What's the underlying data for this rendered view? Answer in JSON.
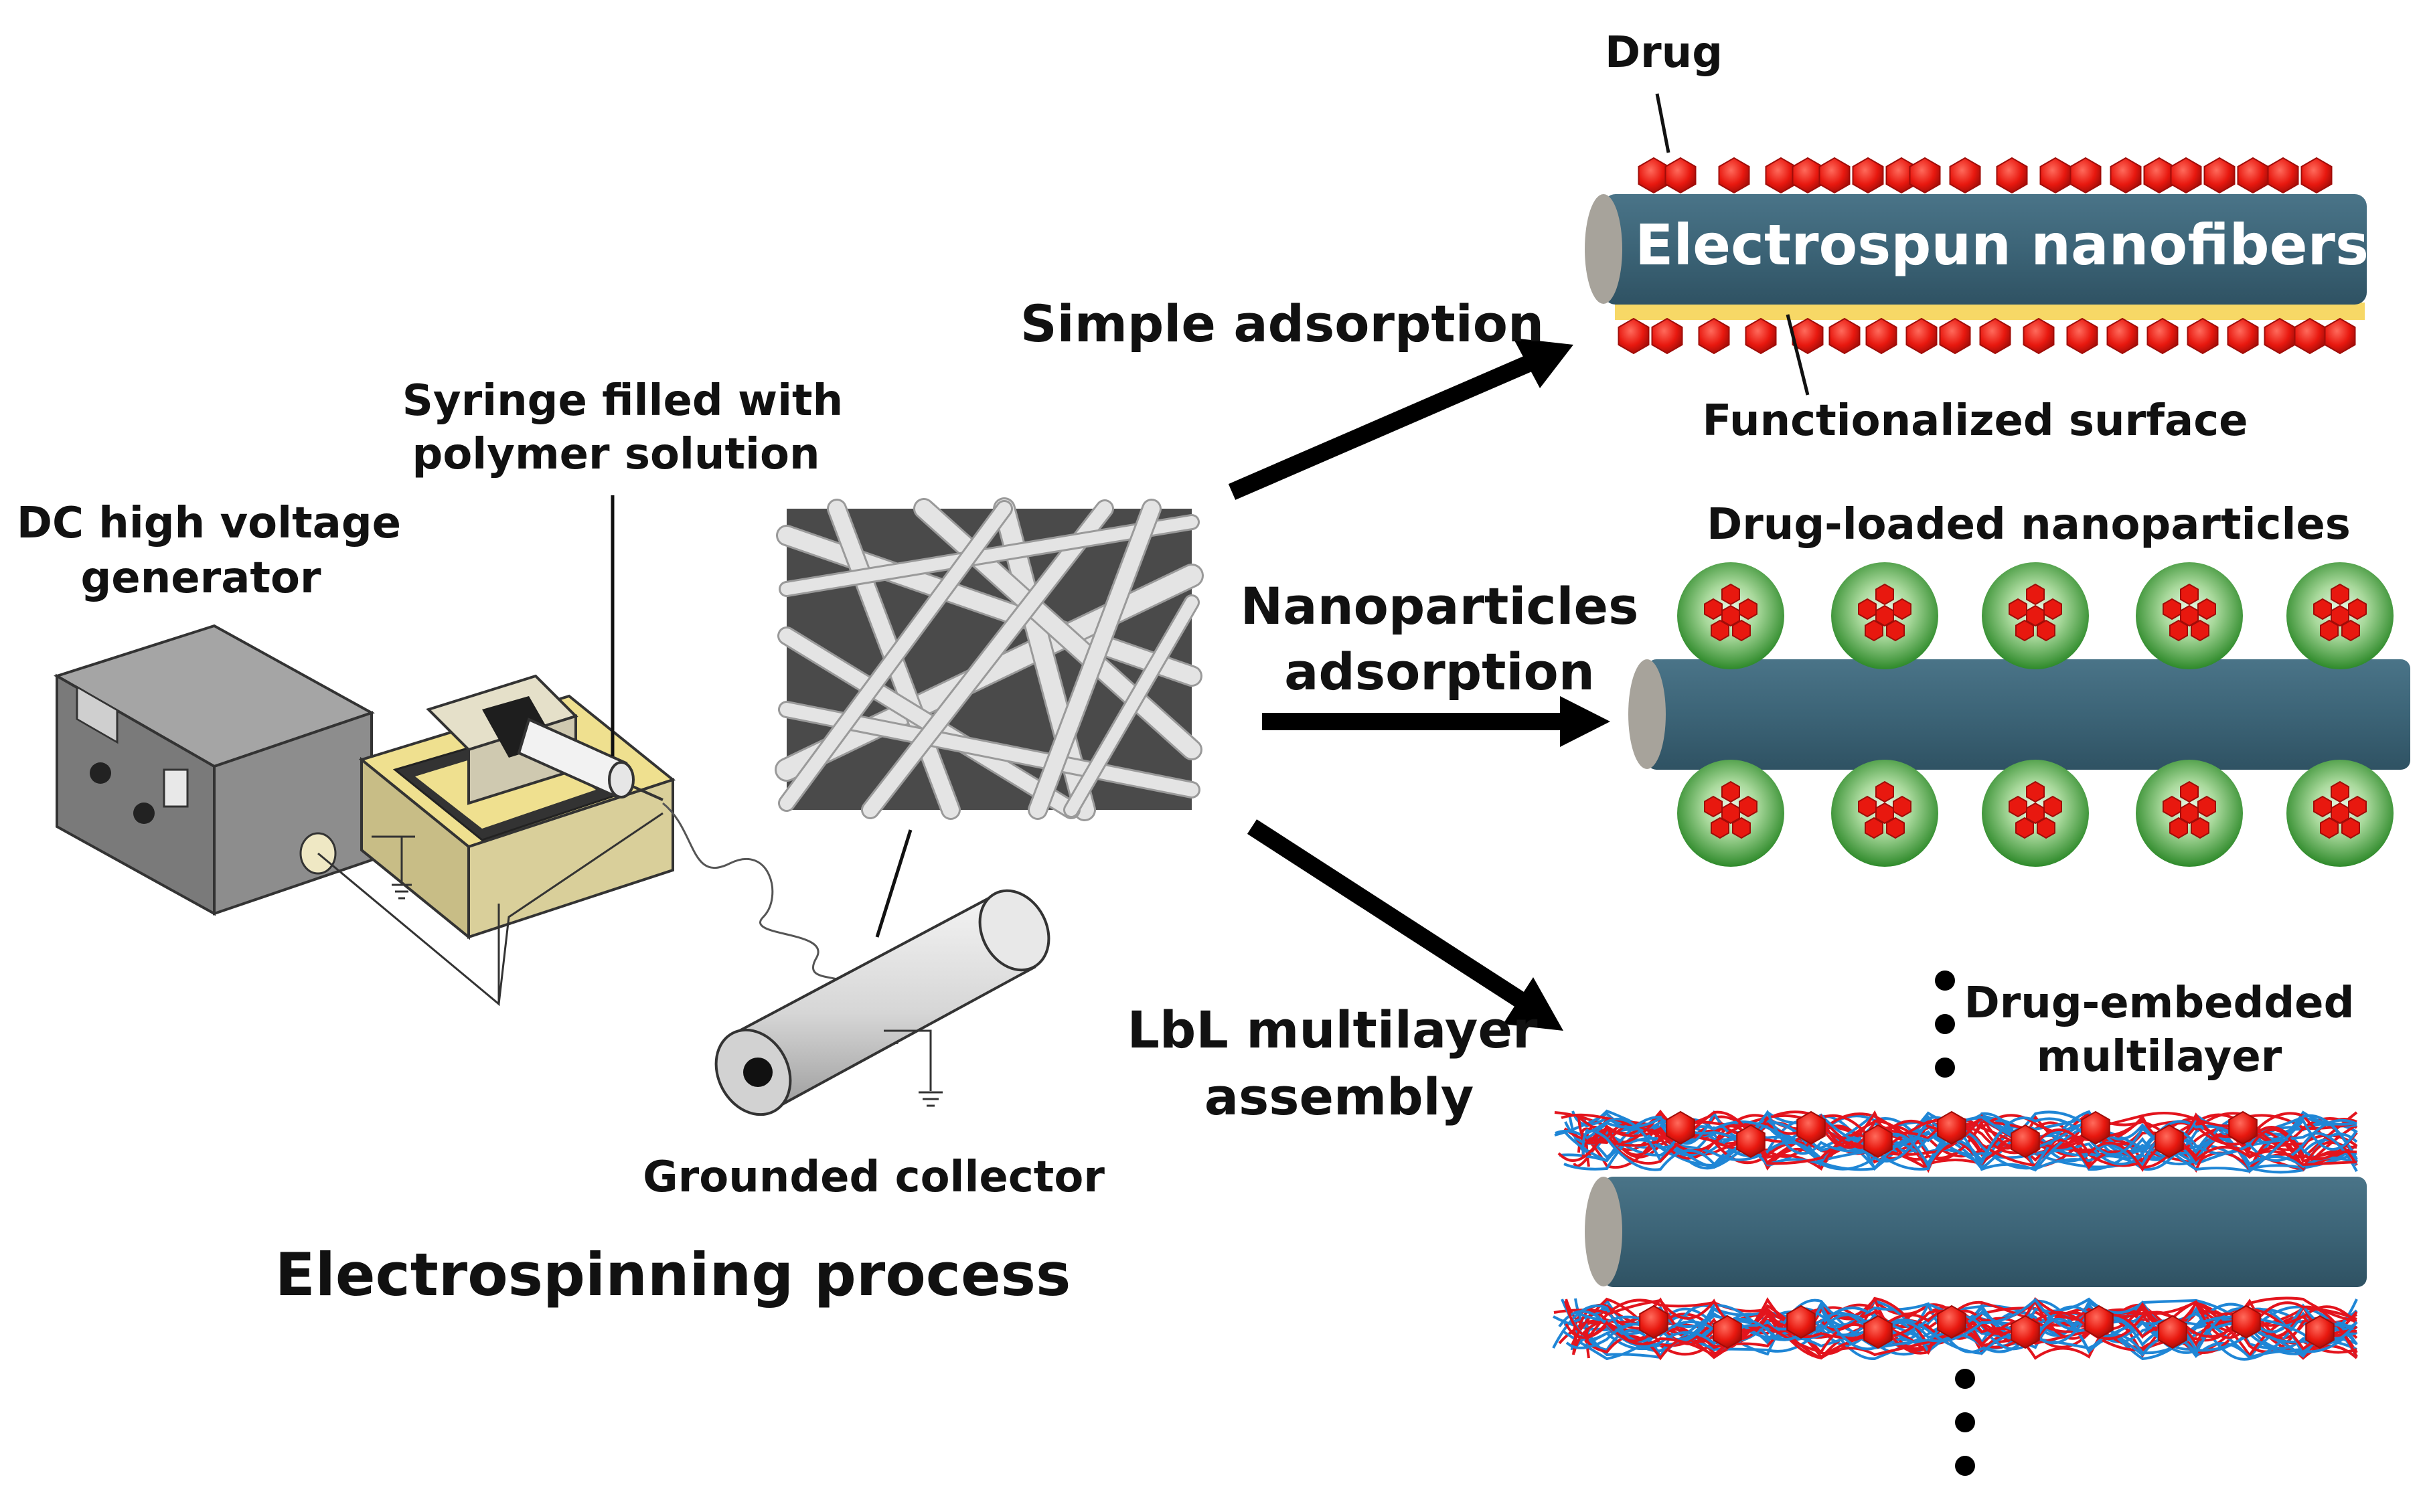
{
  "labels": {
    "dc_generator_line1": "DC high voltage",
    "dc_generator_line2": "generator",
    "syringe_line1": "Syringe filled with",
    "syringe_line2": "polymer solution",
    "grounded_collector": "Grounded collector",
    "process_title": "Electrospinning process",
    "simple_adsorption": "Simple adsorption",
    "nanoparticles_line1": "Nanoparticles",
    "nanoparticles_line2": "adsorption",
    "lbl_line1": "LbL multilayer",
    "lbl_line2": "assembly",
    "drug": "Drug",
    "electrospun_nanofibers": "Electrospun nanofibers",
    "functionalized_surface": "Functionalized surface",
    "drug_loaded_nanoparticles": "Drug-loaded nanoparticles",
    "drug_embedded_line1": "Drug-embedded",
    "drug_embedded_line2": "multilayer"
  },
  "colors": {
    "fiber": "#3c6477",
    "fiber_dark": "#2c4c5c",
    "drug_red": "#e8180f",
    "drug_dark": "#a00c08",
    "surface_yellow": "#f7d866",
    "nanoparticle_green": "#3f9a36",
    "nanoparticle_light": "#e9f7e4",
    "polymer_red": "#e3141d",
    "polymer_blue": "#1f86d6",
    "arrow": "#000000",
    "device_gray": "#8d8d8d",
    "device_pad": "#efe08f"
  },
  "icons": {
    "drug_molecule": "red-hexagon-icon",
    "nanoparticle": "green-sphere-icon",
    "sem_image": "fiber-mesh-micrograph"
  }
}
